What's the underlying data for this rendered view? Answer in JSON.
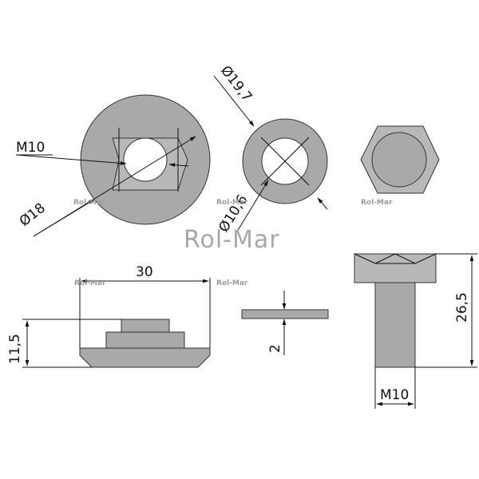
{
  "brand": "Rol-Mar",
  "watermarks": [
    "Rol-Mar",
    "Rol-Mar",
    "Rol-Mar",
    "Rol-Mar",
    "Rol-Mar"
  ],
  "dimensions": {
    "thread_label": "M10",
    "outer_diameter": "Ø18",
    "washer_outer_diameter": "Ø19,7",
    "washer_inner_diameter": "Ø10,6",
    "nut_width": "30",
    "nut_height": "11,5",
    "washer_thickness": "2",
    "bolt_height": "26,5",
    "bolt_thread": "M10"
  },
  "colors": {
    "part_fill": "#a9a9a9",
    "line": "#111111",
    "brand_text": "#a8a8a8"
  }
}
